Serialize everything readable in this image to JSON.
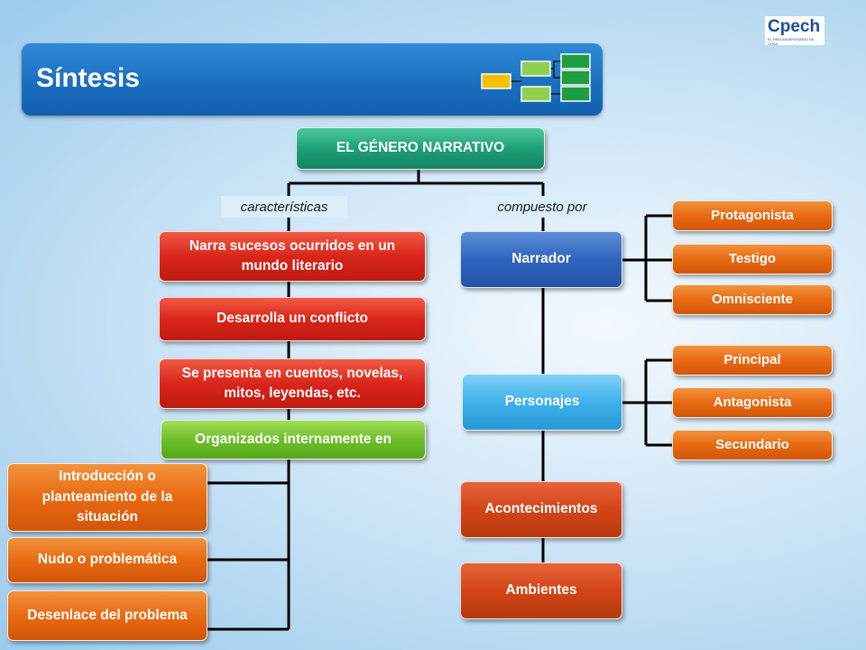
{
  "header": {
    "title": "Síntesis"
  },
  "logo": {
    "name": "Cpech",
    "tagline": "EL PREUNIVERSITARIO DE CHILE"
  },
  "root": {
    "label": "EL GÉNERO NARRATIVO"
  },
  "labels": {
    "left": "características",
    "right": "compuesto por"
  },
  "characteristics": [
    "Narra sucesos ocurridos en un mundo literario",
    "Desarrolla un conflicto",
    "Se presenta en cuentos, novelas, mitos, leyendas, etc.",
    "Organizados internamente en"
  ],
  "structure": [
    "Introducción o planteamiento de la situación",
    "Nudo o problemática",
    "Desenlace del problema"
  ],
  "components": [
    "Narrador",
    "Personajes",
    "Acontecimientos",
    "Ambientes"
  ],
  "narrator_types": [
    "Protagonista",
    "Testigo",
    "Omnisciente"
  ],
  "character_types": [
    "Principal",
    "Antagonista",
    "Secundario"
  ]
}
